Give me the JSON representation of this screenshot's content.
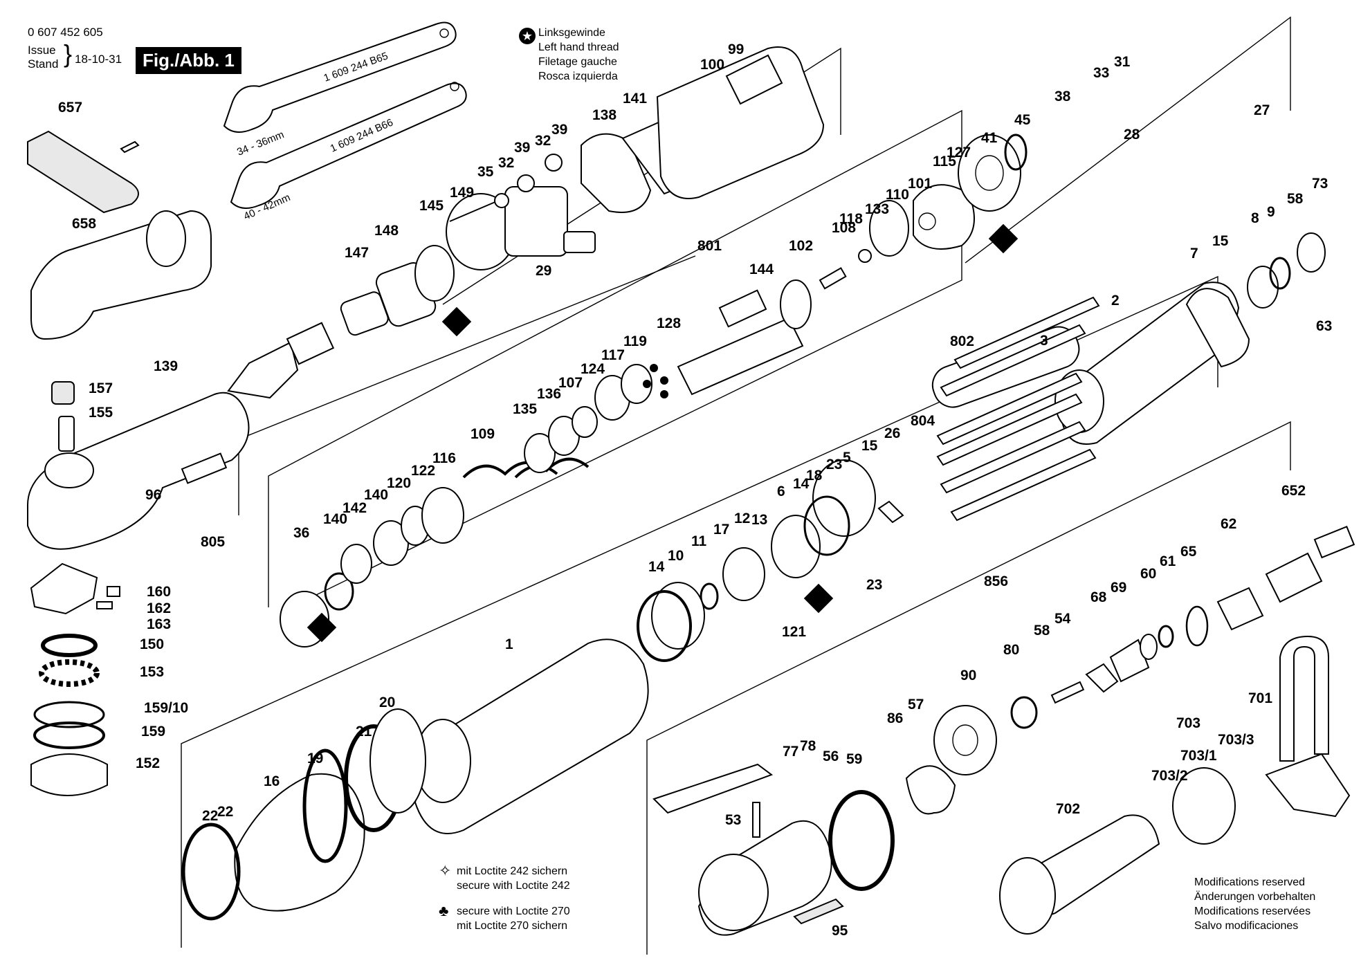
{
  "header": {
    "doc_number": "0 607 452 605",
    "issue_label": "Issue",
    "stand_label": "Stand",
    "issue_date": "18-10-31",
    "figure_label": "Fig./Abb. 1"
  },
  "thread_legend": {
    "symbol_icon": "star-circle-icon",
    "lines": [
      "Linksgewinde",
      "Left hand thread",
      "Filetage gauche",
      "Rosca izquierda"
    ]
  },
  "wrenches": {
    "wrench1_part": "1 609 244 B65",
    "wrench1_range": "34 - 36mm",
    "wrench2_part": "1 609 244 B66",
    "wrench2_range": "40 - 42mm"
  },
  "loctite_notes": {
    "note1_icon": "four-point-star-icon",
    "note1_lines": [
      "mit Loctite 242 sichern",
      "secure with Loctite 242"
    ],
    "note2_icon": "club-icon",
    "note2_lines": [
      "secure with Loctite 270",
      "mit Loctite 270 sichern"
    ]
  },
  "modifications": {
    "lines": [
      "Modifications reserved",
      "Änderungen vorbehalten",
      "Modifications reservées",
      "Salvo modificaciones"
    ]
  },
  "callouts": [
    "657",
    "658",
    "139",
    "157",
    "155",
    "96",
    "805",
    "160",
    "162",
    "163",
    "150",
    "153",
    "159/10",
    "159",
    "152",
    "145",
    "147",
    "148",
    "149",
    "35",
    "32",
    "39",
    "32",
    "39",
    "138",
    "141",
    "100",
    "99",
    "29",
    "801",
    "144",
    "102",
    "108",
    "118",
    "133",
    "110",
    "101",
    "115",
    "127",
    "41",
    "45",
    "38",
    "33",
    "31",
    "28",
    "27",
    "36",
    "140",
    "142",
    "140",
    "120",
    "122",
    "116",
    "109",
    "135",
    "136",
    "107",
    "124",
    "117",
    "119",
    "128",
    "802",
    "3",
    "804",
    "2",
    "7",
    "15",
    "8",
    "9",
    "58",
    "73",
    "63",
    "26",
    "5",
    "15",
    "23",
    "18",
    "14",
    "6",
    "13",
    "12",
    "17",
    "11",
    "10",
    "14",
    "121",
    "23",
    "1",
    "22",
    "20",
    "21",
    "19",
    "16",
    "22",
    "856",
    "90",
    "80",
    "58",
    "54",
    "68",
    "69",
    "60",
    "61",
    "65",
    "62",
    "652",
    "86",
    "57",
    "59",
    "56",
    "78",
    "77",
    "53",
    "95",
    "701",
    "703",
    "703/3",
    "703/1",
    "703/2",
    "702"
  ],
  "colors": {
    "ink": "#000000",
    "paper": "#ffffff",
    "shade": "#e8e8e8"
  }
}
